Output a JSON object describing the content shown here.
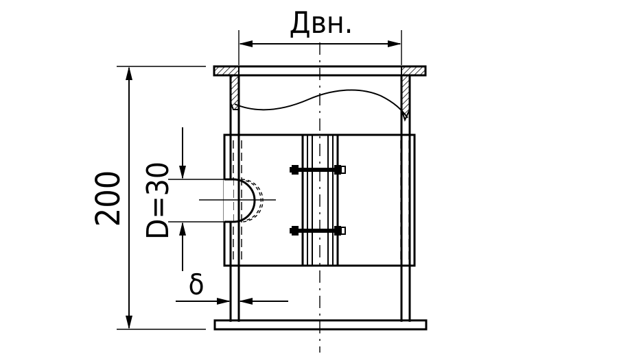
{
  "dimensions": {
    "inner_diameter_label": "Двн.",
    "height_label": "200",
    "hole_diameter_label": "D=30",
    "wall_thickness_label": "δ"
  },
  "colors": {
    "line": "#000000",
    "background": "#ffffff"
  }
}
